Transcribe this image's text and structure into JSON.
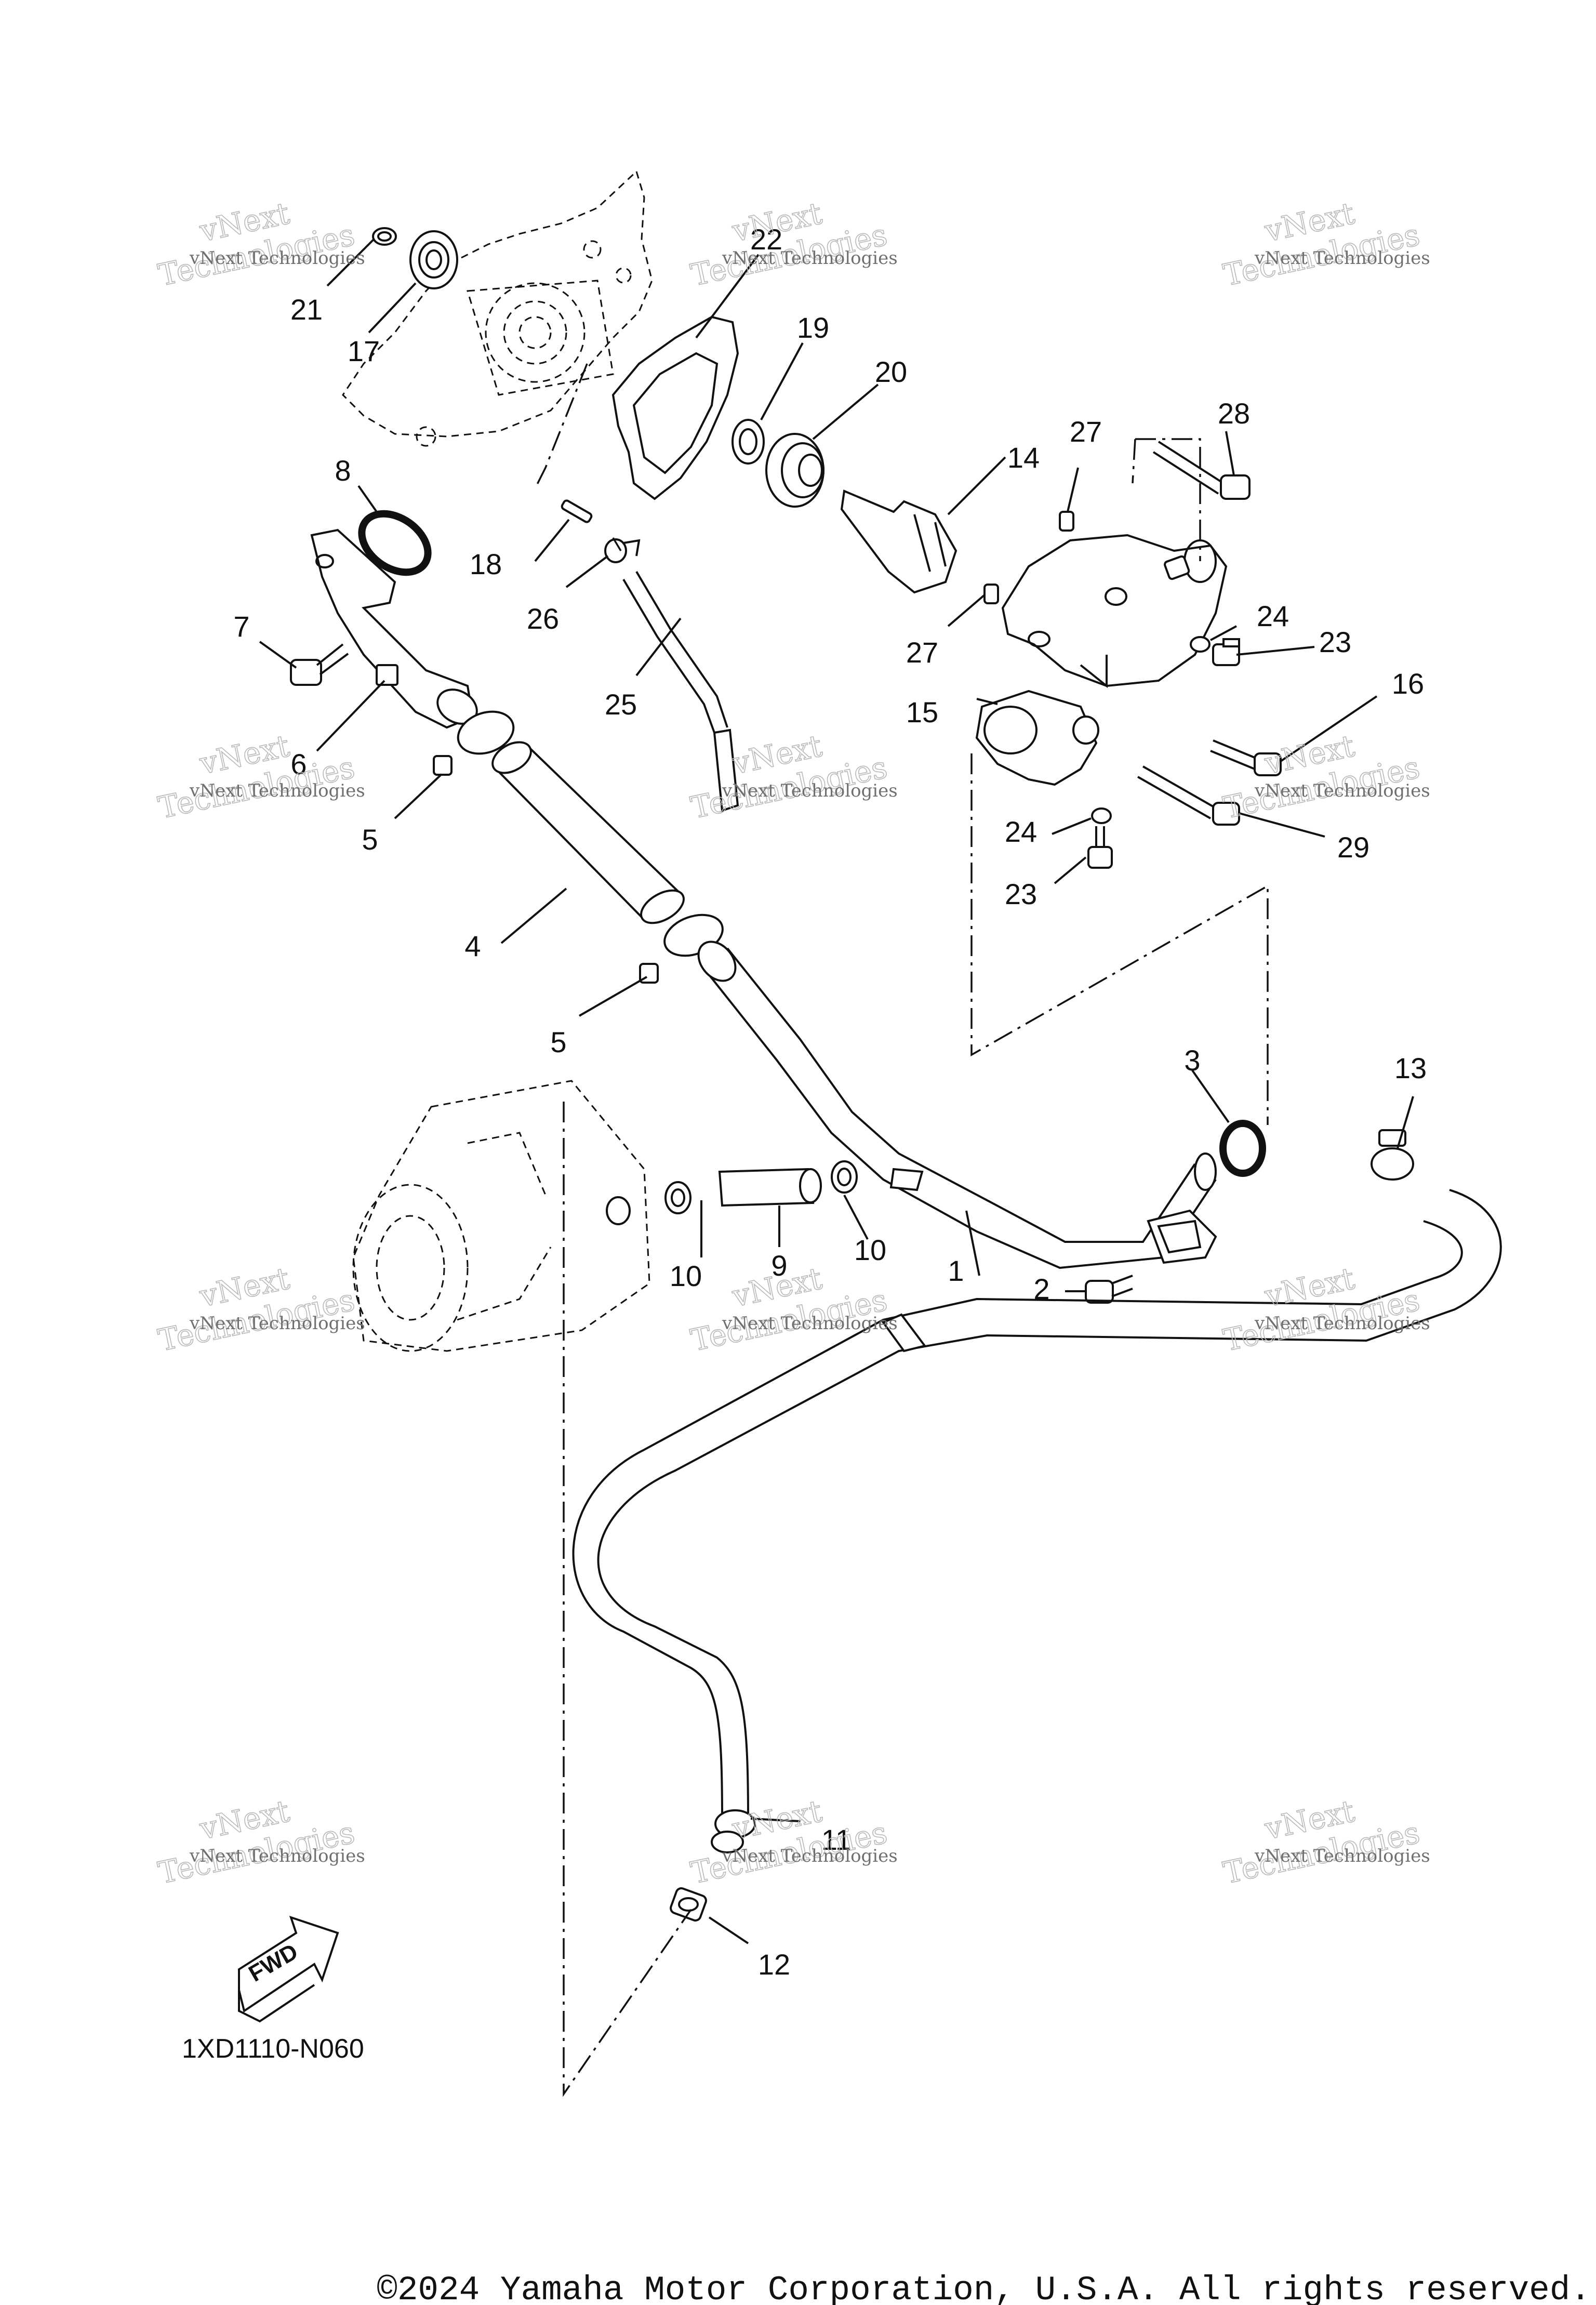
{
  "callouts": [
    {
      "n": "1"
    },
    {
      "n": "2"
    },
    {
      "n": "3"
    },
    {
      "n": "4"
    },
    {
      "n": "5"
    },
    {
      "n": "5"
    },
    {
      "n": "6"
    },
    {
      "n": "7"
    },
    {
      "n": "8"
    },
    {
      "n": "9"
    },
    {
      "n": "10"
    },
    {
      "n": "10"
    },
    {
      "n": "11"
    },
    {
      "n": "12"
    },
    {
      "n": "13"
    },
    {
      "n": "14"
    },
    {
      "n": "15"
    },
    {
      "n": "16"
    },
    {
      "n": "17"
    },
    {
      "n": "18"
    },
    {
      "n": "19"
    },
    {
      "n": "20"
    },
    {
      "n": "21"
    },
    {
      "n": "22"
    },
    {
      "n": "23"
    },
    {
      "n": "23"
    },
    {
      "n": "24"
    },
    {
      "n": "24"
    },
    {
      "n": "25"
    },
    {
      "n": "26"
    },
    {
      "n": "27"
    },
    {
      "n": "27"
    },
    {
      "n": "28"
    },
    {
      "n": "29"
    }
  ],
  "watermark": {
    "line1": "vNext Technologies",
    "line2": "Technologies",
    "line3": "vNext"
  },
  "fwd_label": "FWD",
  "diagram_code": "1XD1110-N060",
  "copyright": "©2024 Yamaha Motor Corporation, U.S.A. All rights reserved."
}
